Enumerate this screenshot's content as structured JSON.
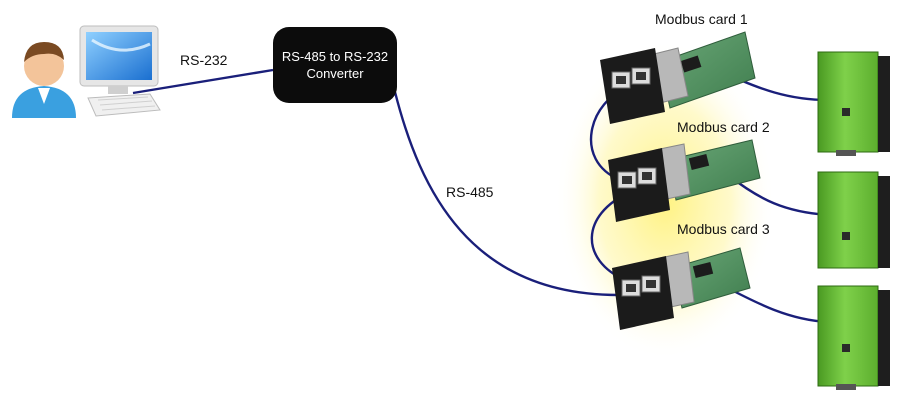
{
  "labels": {
    "rs232": "RS-232",
    "rs485": "RS-485",
    "converter_line1": "RS-485 to RS-232",
    "converter_line2": "Converter",
    "card1": "Modbus card 1",
    "card2": "Modbus card 2",
    "card3": "Modbus card 3"
  },
  "icons": {
    "computer": "user-computer-icon",
    "card": "modbus-card-icon",
    "inverter": "inverter-icon"
  },
  "colors": {
    "cable": "#1a1f7a",
    "converter": "#0c0c0c",
    "inverter": "#6cc33a",
    "glow": "#fff27a"
  }
}
